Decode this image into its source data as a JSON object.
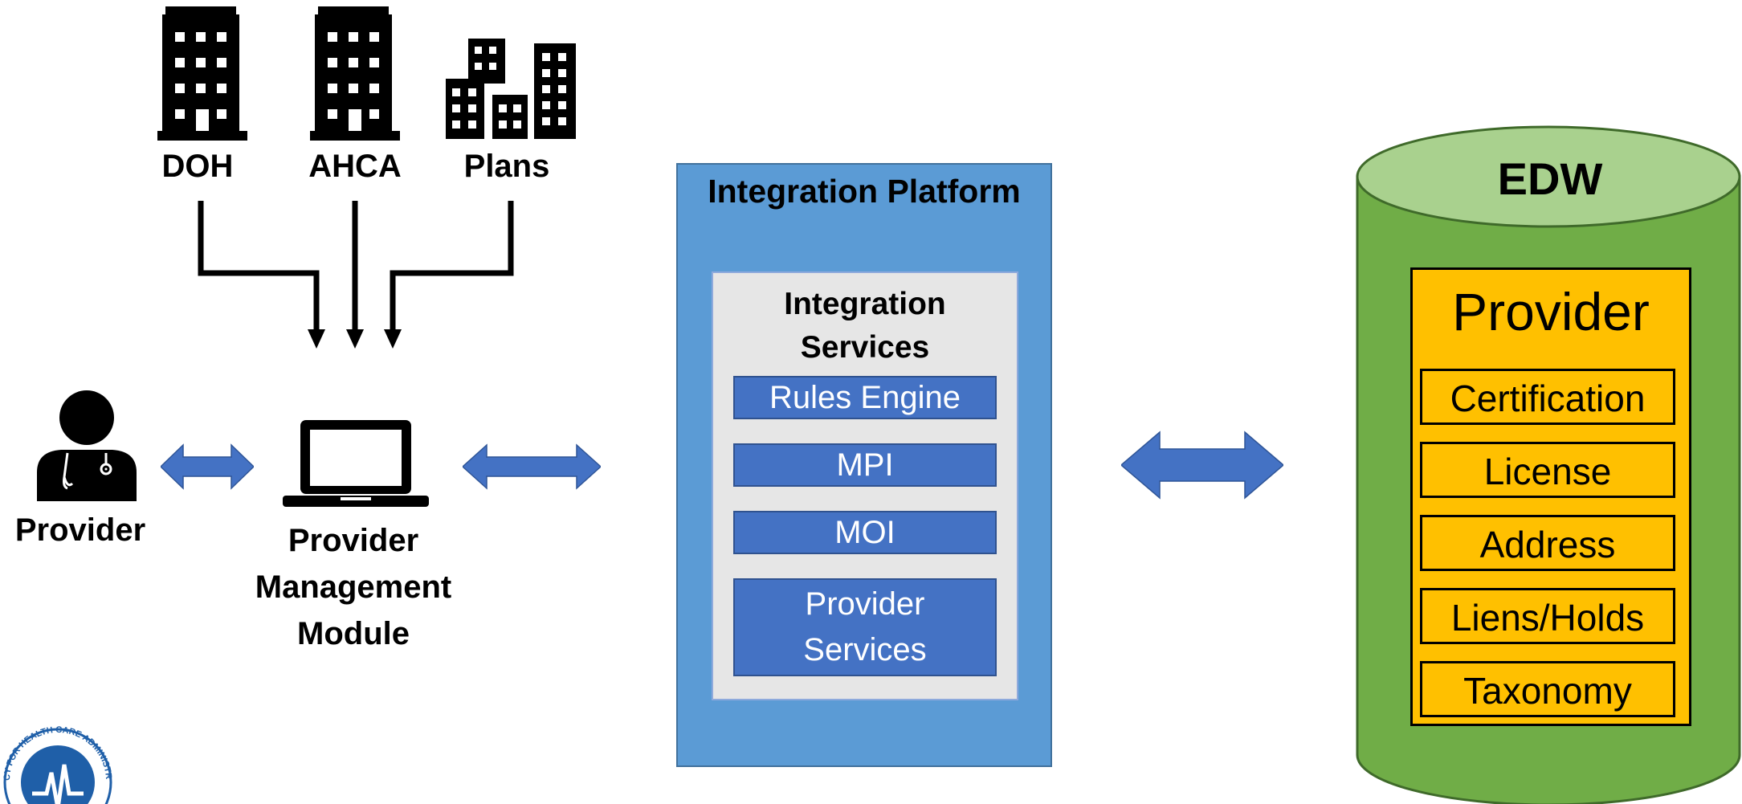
{
  "sources": [
    {
      "label": "DOH",
      "icon": "office-building-icon"
    },
    {
      "label": "AHCA",
      "icon": "office-building-icon"
    },
    {
      "label": "Plans",
      "icon": "city-buildings-icon"
    }
  ],
  "provider": {
    "label": "Provider",
    "icon": "doctor-icon"
  },
  "module": {
    "label_lines": [
      "Provider",
      "Management",
      "Module"
    ],
    "icon": "laptop-icon"
  },
  "platform": {
    "title": "Integration Platform",
    "services_title_lines": [
      "Integration",
      "Services"
    ],
    "services": [
      {
        "label_lines": [
          "Rules Engine"
        ]
      },
      {
        "label_lines": [
          "MPI"
        ]
      },
      {
        "label_lines": [
          "MOI"
        ]
      },
      {
        "label_lines": [
          "Provider",
          "Services"
        ]
      }
    ]
  },
  "edw": {
    "title": "EDW",
    "entity_title": "Provider",
    "fields": [
      "Certification",
      "License",
      "Address",
      "Liens/Holds",
      "Taxonomy"
    ]
  },
  "logo": {
    "text": "AGENCY FOR HEALTH CARE ADMINISTRATION"
  },
  "colors": {
    "arrow_blue": "#4472c4",
    "platform_blue": "#5b9bd5",
    "service_blue": "#4472c4",
    "services_gray": "#e6e6e6",
    "edw_green": "#70ad47",
    "edw_top": "#a9d18e",
    "provider_gold": "#ffc000"
  }
}
